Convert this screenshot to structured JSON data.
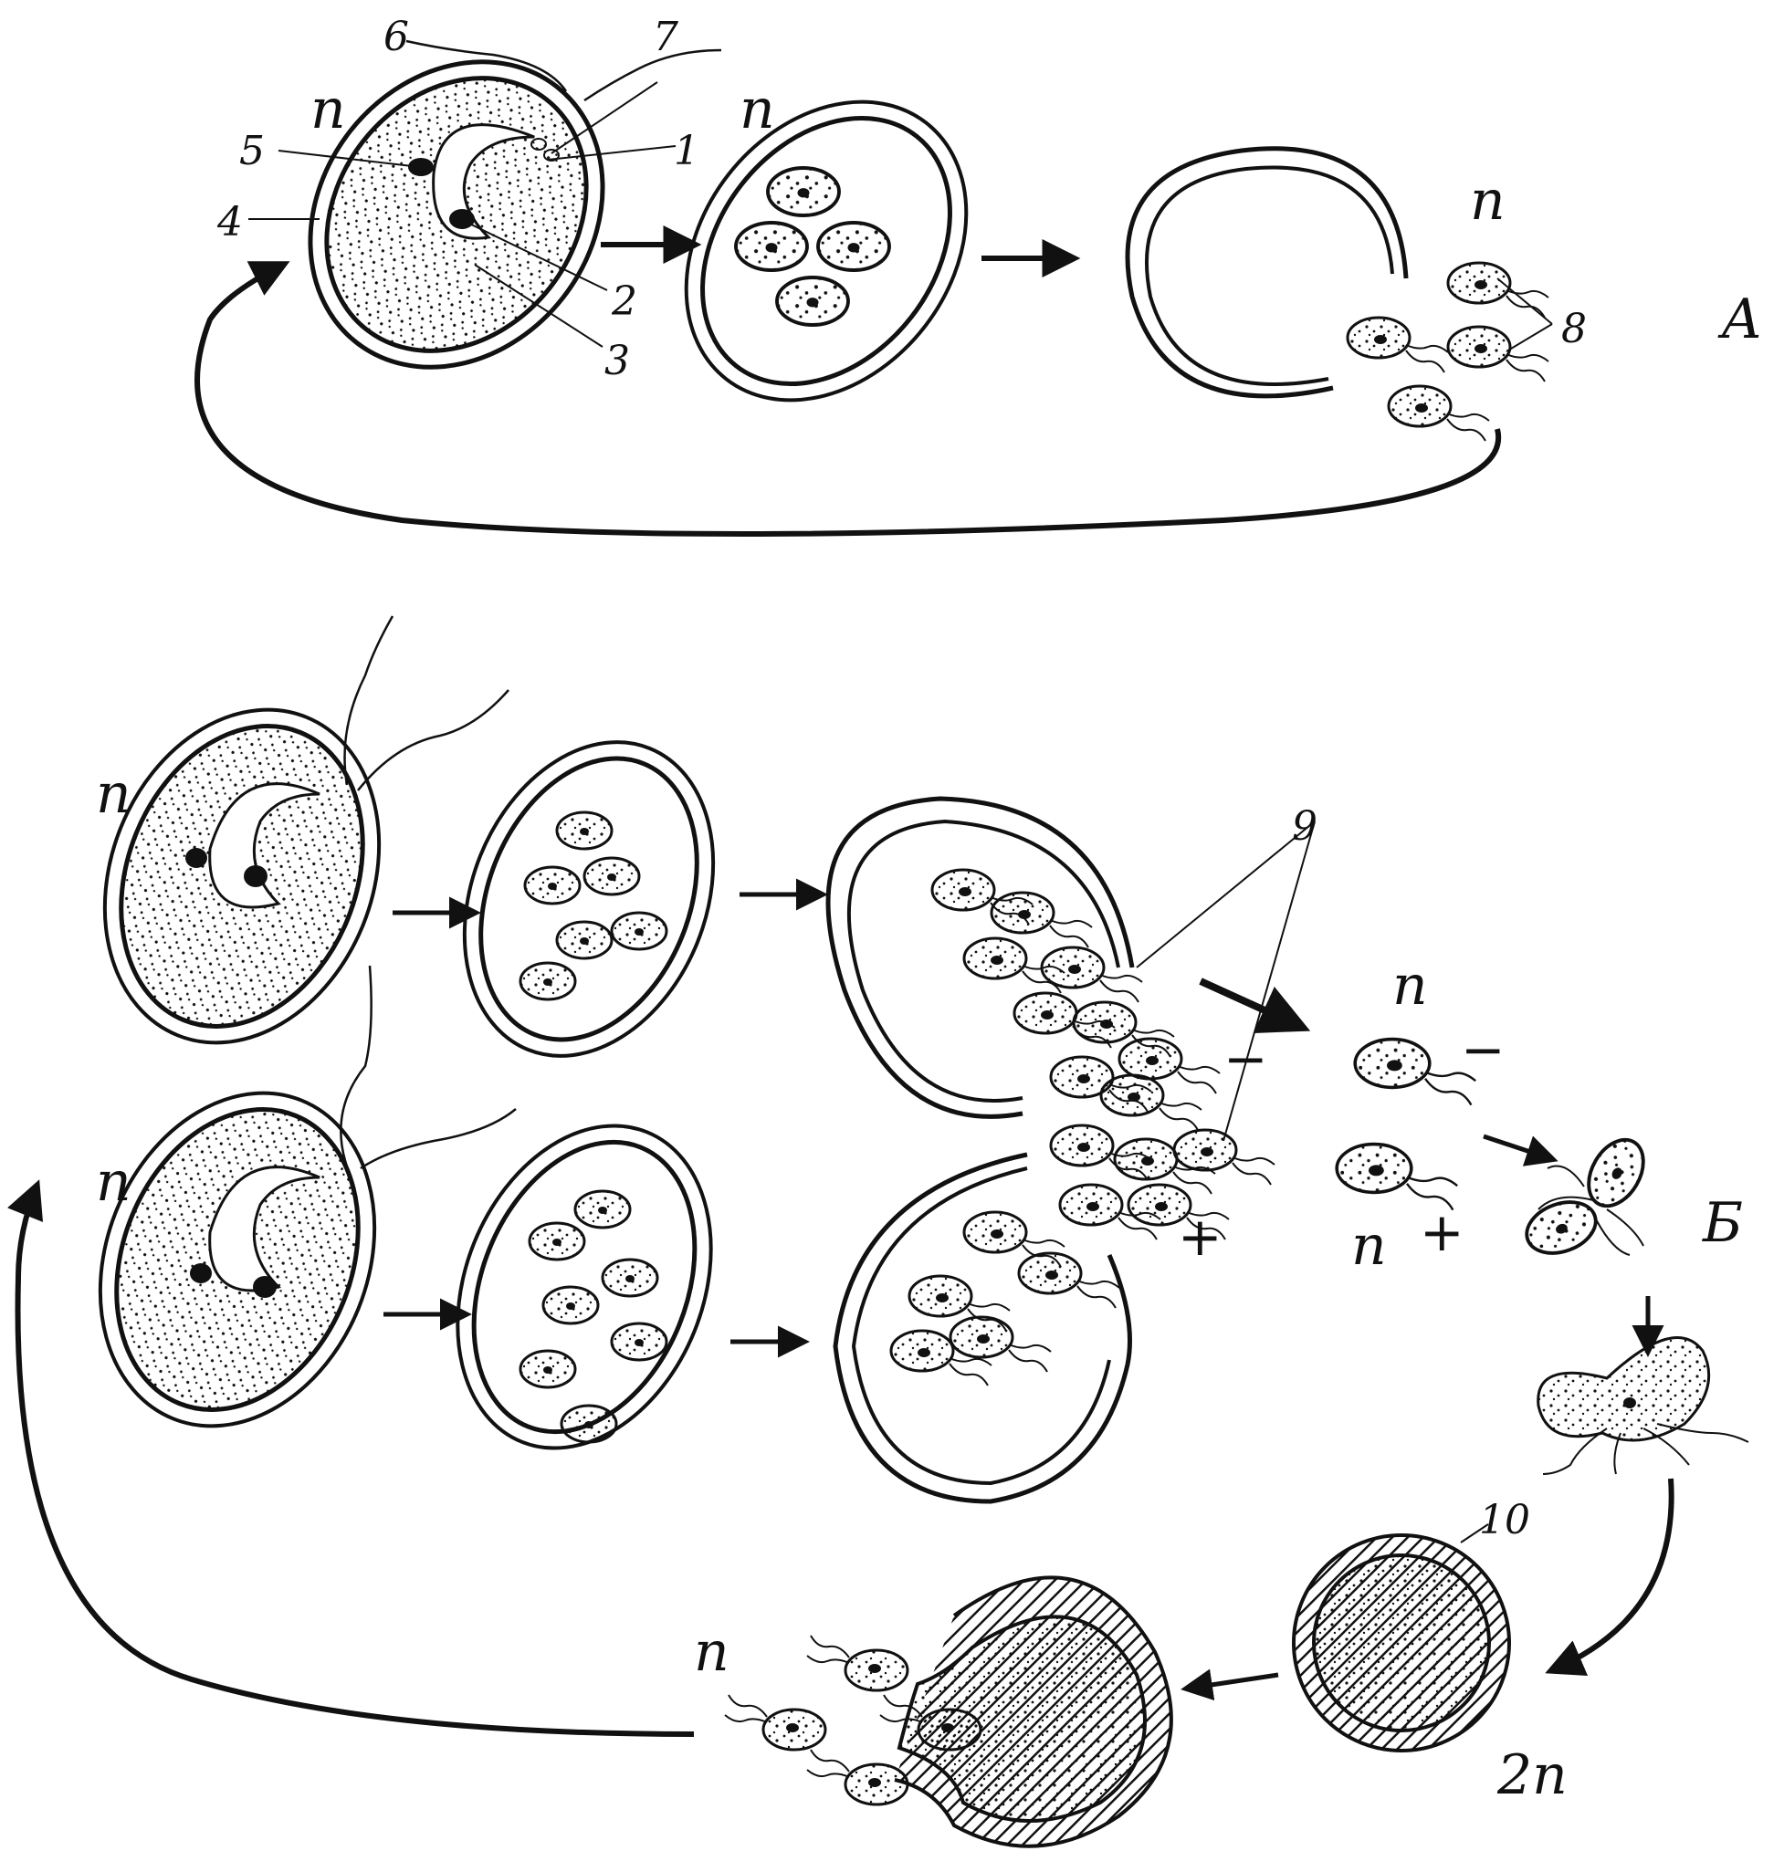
{
  "diagram": {
    "panel_a": {
      "label": "А",
      "ploidy": "n",
      "callouts": [
        "1",
        "2",
        "3",
        "4",
        "5",
        "6",
        "7",
        "8"
      ]
    },
    "panel_b": {
      "label": "Б",
      "ploidy_haploid": "n",
      "ploidy_diploid": "2n",
      "minus_sign": "−",
      "plus_sign": "+",
      "callouts": [
        "9",
        "10"
      ]
    }
  },
  "colors": {
    "ink": "#111111",
    "paper": "#ffffff"
  }
}
